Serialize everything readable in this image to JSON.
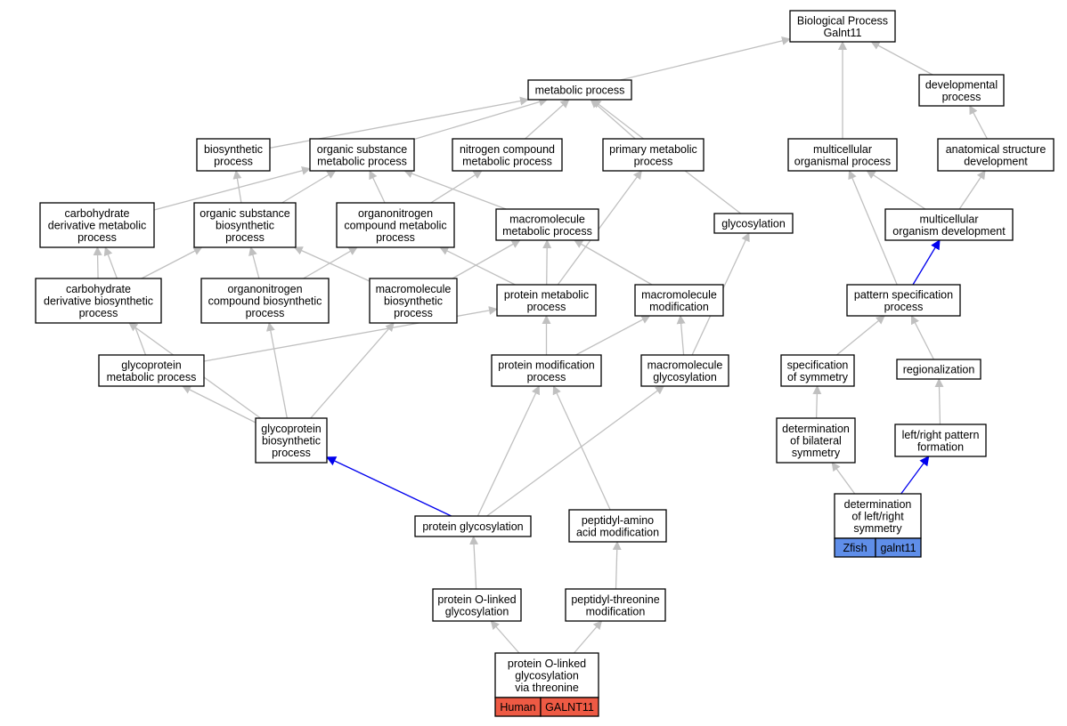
{
  "colors": {
    "edge_default": "#c0c0c0",
    "edge_highlight": "#0000ee",
    "human_tag": "#ee5a44",
    "zfish_tag": "#5f8ee9"
  },
  "nodes": {
    "bp_root": [
      "Biological Process",
      "Galnt11"
    ],
    "metabolic": [
      "metabolic process"
    ],
    "developmental": [
      "developmental",
      "process"
    ],
    "biosynthetic": [
      "biosynthetic",
      "process"
    ],
    "org_sub_metab": [
      "organic substance",
      "metabolic process"
    ],
    "nitrogen_compound": [
      "nitrogen compound",
      "metabolic process"
    ],
    "primary_metab": [
      "primary metabolic",
      "process"
    ],
    "multicellular_org": [
      "multicellular",
      "organismal process"
    ],
    "anat_struct_dev": [
      "anatomical structure",
      "development"
    ],
    "carb_deriv_metab": [
      "carbohydrate",
      "derivative metabolic",
      "process"
    ],
    "org_sub_biosyn": [
      "organic substance",
      "biosynthetic",
      "process"
    ],
    "organonitrogen_metab": [
      "organonitrogen",
      "compound metabolic",
      "process"
    ],
    "macromol_metab": [
      "macromolecule",
      "metabolic process"
    ],
    "glycosylation": [
      "glycosylation"
    ],
    "multicell_org_dev": [
      "multicellular",
      "organism development"
    ],
    "carb_deriv_biosyn": [
      "carbohydrate",
      "derivative biosynthetic",
      "process"
    ],
    "organonitrogen_biosyn": [
      "organonitrogen",
      "compound biosynthetic",
      "process"
    ],
    "macromol_biosyn": [
      "macromolecule",
      "biosynthetic",
      "process"
    ],
    "protein_metab": [
      "protein metabolic",
      "process"
    ],
    "macromol_mod": [
      "macromolecule",
      "modification"
    ],
    "pattern_spec": [
      "pattern specification",
      "process"
    ],
    "glycoprotein_metab": [
      "glycoprotein",
      "metabolic process"
    ],
    "protein_mod": [
      "protein modification",
      "process"
    ],
    "macromol_glyco": [
      "macromolecule",
      "glycosylation"
    ],
    "spec_symmetry": [
      "specification",
      "of symmetry"
    ],
    "regionalization": [
      "regionalization"
    ],
    "glycoprotein_biosyn": [
      "glycoprotein",
      "biosynthetic",
      "process"
    ],
    "det_bilateral": [
      "determination",
      "of bilateral",
      "symmetry"
    ],
    "lr_pattern": [
      "left/right pattern",
      "formation"
    ],
    "protein_glyco": [
      "protein glycosylation"
    ],
    "peptidyl_amino": [
      "peptidyl-amino",
      "acid modification"
    ],
    "det_lr_symmetry": [
      "determination",
      "of left/right",
      "symmetry"
    ],
    "protein_o_linked": [
      "protein O-linked",
      "glycosylation"
    ],
    "peptidyl_threonine": [
      "peptidyl-threonine",
      "modification"
    ],
    "protein_o_threonine": [
      "protein O-linked",
      "glycosylation",
      "via threonine"
    ]
  },
  "annotations": {
    "human": {
      "species": "Human",
      "gene": "GALNT11"
    },
    "zfish": {
      "species": "Zfish",
      "gene": "galnt11"
    }
  }
}
